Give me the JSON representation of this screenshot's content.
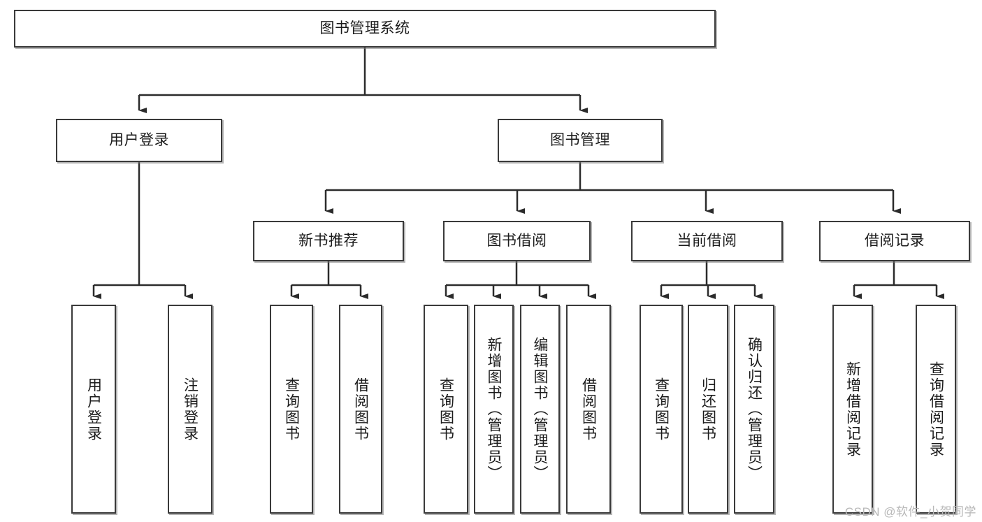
{
  "diagram": {
    "title": "图书管理系统",
    "type": "tree-hierarchy",
    "colors": {
      "box_border": "#3a3a3a",
      "box_fill": "#ffffff",
      "connector": "#2b2b2b",
      "text": "#1b1b1b",
      "watermark": "#b8b8b8"
    },
    "root": {
      "label": "图书管理系统"
    },
    "level2": [
      {
        "label": "用户登录"
      },
      {
        "label": "图书管理"
      }
    ],
    "level3": [
      {
        "label": "新书推荐"
      },
      {
        "label": "图书借阅"
      },
      {
        "label": "当前借阅"
      },
      {
        "label": "借阅记录"
      }
    ],
    "leaves": {
      "user_login": [
        {
          "label": "用户登录"
        },
        {
          "label": "注销登录"
        }
      ],
      "new_book_recommend": [
        {
          "label": "查询图书"
        },
        {
          "label": "借阅图书"
        }
      ],
      "book_borrow": [
        {
          "label": "查询图书"
        },
        {
          "label": "新增图书（管理员）"
        },
        {
          "label": "编辑图书（管理员）"
        },
        {
          "label": "借阅图书"
        }
      ],
      "current_borrow": [
        {
          "label": "查询图书"
        },
        {
          "label": "归还图书"
        },
        {
          "label": "确认归还（管理员）"
        }
      ],
      "borrow_record": [
        {
          "label": "新增借阅记录"
        },
        {
          "label": "查询借阅记录"
        }
      ]
    }
  },
  "watermark": {
    "text": "CSDN @软件_小贺同学"
  }
}
